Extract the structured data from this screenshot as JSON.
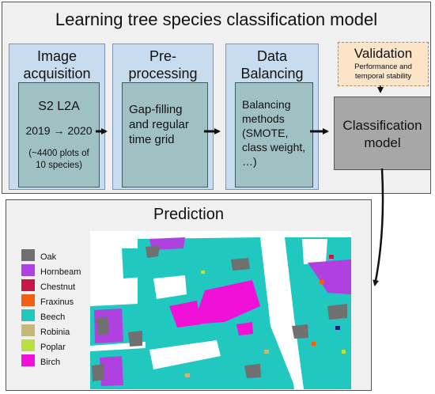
{
  "title": "Learning tree species classification model",
  "stages": [
    {
      "title": [
        "Image",
        "acquisition"
      ],
      "lines": [
        "S2 L2A",
        "2019 → 2020",
        "(~4400 plots of",
        "10 species)"
      ]
    },
    {
      "title": [
        "Pre-",
        "processing"
      ],
      "lines": [
        "Gap-filling",
        "and regular",
        "time grid"
      ]
    },
    {
      "title": [
        "Data",
        "Balancing"
      ],
      "lines": [
        "Balancing",
        "methods",
        "(SMOTE,",
        "class weight,",
        "…)"
      ]
    }
  ],
  "validation": {
    "title": "Validation",
    "subtitle": [
      "Performance and",
      "temporal stability"
    ]
  },
  "classification": [
    "Classification",
    "model"
  ],
  "prediction": {
    "title": "Prediction",
    "legend": [
      {
        "label": "Oak",
        "color": "#707070"
      },
      {
        "label": "Hornbeam",
        "color": "#b040e0"
      },
      {
        "label": "Chestnut",
        "color": "#c8164a"
      },
      {
        "label": "Fraxinus",
        "color": "#f06010"
      },
      {
        "label": "Beech",
        "color": "#20c8c0"
      },
      {
        "label": "Robinia",
        "color": "#c8b878"
      },
      {
        "label": "Poplar",
        "color": "#b8e040"
      },
      {
        "label": "Birch",
        "color": "#f010d8"
      }
    ]
  }
}
